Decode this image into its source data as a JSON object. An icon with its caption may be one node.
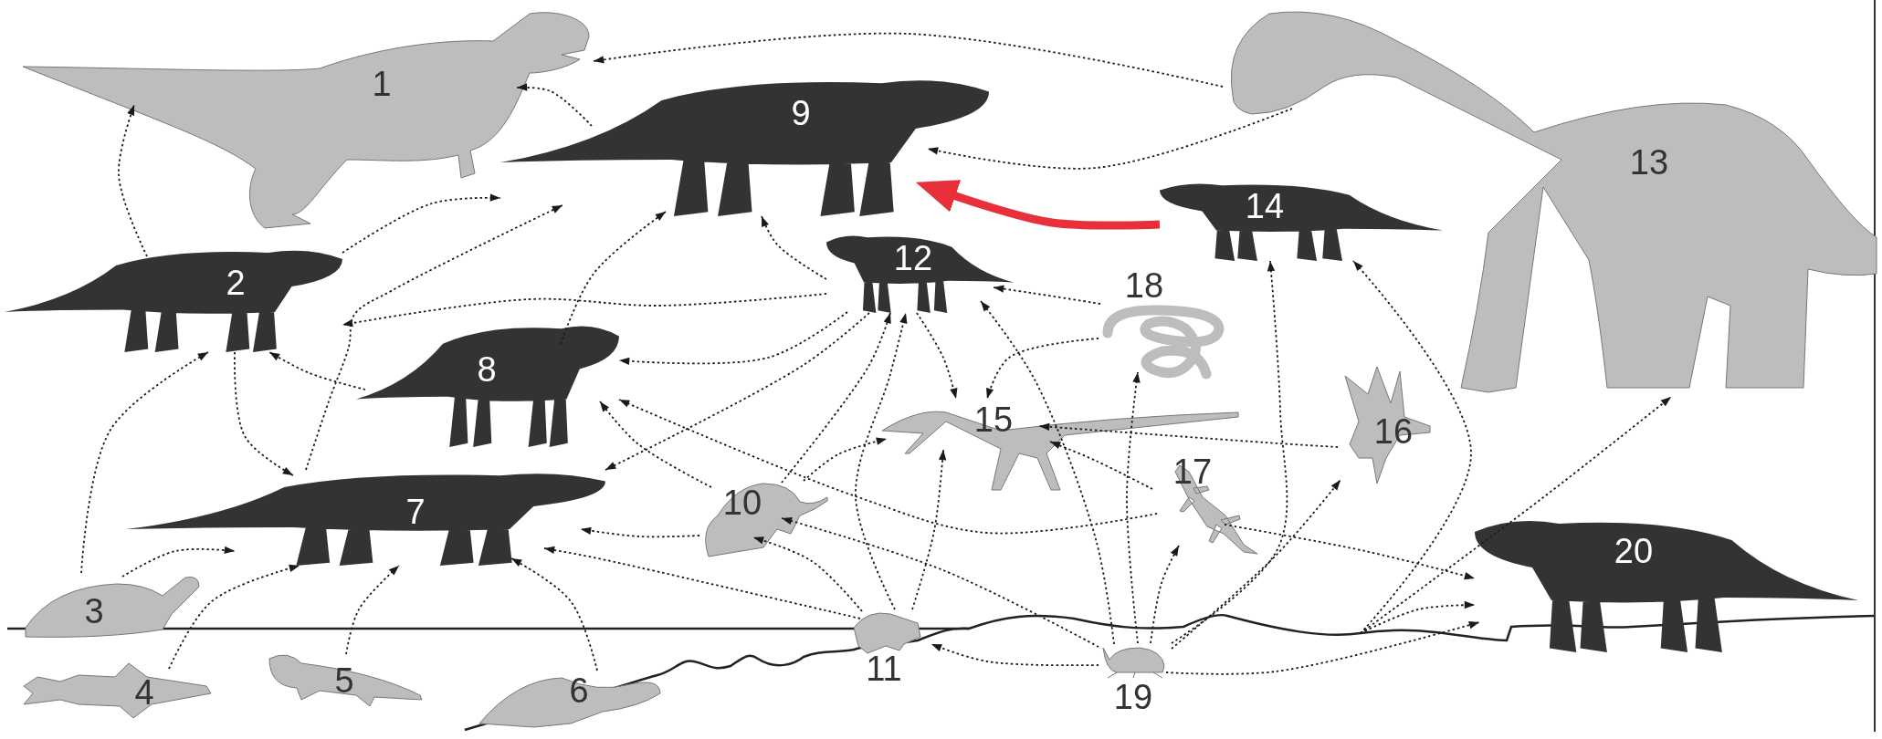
{
  "diagram": {
    "nodes": [
      {
        "text": [
          "1"
        ]
      },
      {
        "text": [
          "2"
        ]
      },
      {
        "text": [
          "3"
        ]
      },
      {
        "text": [
          "4"
        ]
      },
      {
        "text": [
          "5"
        ]
      },
      {
        "text": [
          "6"
        ]
      },
      {
        "text": [
          "7"
        ]
      },
      {
        "text": [
          "8"
        ]
      },
      {
        "text": [
          "9"
        ]
      },
      {
        "text": [
          "10"
        ]
      },
      {
        "text": [
          "11"
        ]
      },
      {
        "text": [
          "12"
        ]
      },
      {
        "text": [
          "13"
        ]
      },
      {
        "text": [
          "14"
        ]
      },
      {
        "text": [
          "15"
        ]
      },
      {
        "text": [
          "16"
        ]
      },
      {
        "text": [
          "17"
        ]
      },
      {
        "text": [
          "18"
        ]
      },
      {
        "text": [
          "19"
        ]
      },
      {
        "text": [
          "20"
        ]
      }
    ],
    "edges": [
      {
        "from": 12,
        "to": 0,
        "arrow": "to",
        "style": "dashed"
      },
      {
        "from": 8,
        "to": 0,
        "arrow": "to",
        "style": "dashed"
      },
      {
        "from": 1,
        "to": 0,
        "arrow": "to",
        "style": "dashed"
      },
      {
        "from": 1,
        "to": 8,
        "arrow": "to",
        "style": "dashed"
      },
      {
        "from": 6,
        "to": 8,
        "arrow": "to",
        "style": "dashed"
      },
      {
        "from": 7,
        "to": 8,
        "arrow": "to",
        "style": "dashed"
      },
      {
        "from": 11,
        "to": 8,
        "arrow": "to",
        "style": "dashed"
      },
      {
        "from": 12,
        "to": 8,
        "arrow": "to",
        "style": "dashed"
      },
      {
        "from": 13,
        "to": 8,
        "arrow": "to",
        "style": "thick",
        "color": "#e8303a"
      },
      {
        "from": 11,
        "to": 1,
        "arrow": "to",
        "style": "dashed"
      },
      {
        "from": 7,
        "to": 1,
        "arrow": "to",
        "style": "dashed"
      },
      {
        "from": 2,
        "to": 1,
        "arrow": "to",
        "style": "dashed"
      },
      {
        "from": 1,
        "to": 6,
        "arrow": "to",
        "style": "dashed"
      },
      {
        "from": 11,
        "to": 7,
        "arrow": "to",
        "style": "dashed"
      },
      {
        "from": 9,
        "to": 7,
        "arrow": "to",
        "style": "dashed"
      },
      {
        "from": 16,
        "to": 7,
        "arrow": "to",
        "style": "dashed"
      },
      {
        "from": 11,
        "to": 6,
        "arrow": "to",
        "style": "dashed"
      },
      {
        "from": 2,
        "to": 6,
        "arrow": "to",
        "style": "dashed"
      },
      {
        "from": 3,
        "to": 6,
        "arrow": "to",
        "style": "dashed"
      },
      {
        "from": 4,
        "to": 6,
        "arrow": "to",
        "style": "dashed"
      },
      {
        "from": 5,
        "to": 6,
        "arrow": "to",
        "style": "dashed"
      },
      {
        "from": 9,
        "to": 6,
        "arrow": "to",
        "style": "dashed"
      },
      {
        "from": 10,
        "to": 6,
        "arrow": "to",
        "style": "dashed"
      },
      {
        "from": 9,
        "to": 14,
        "arrow": "to",
        "style": "dashed"
      },
      {
        "from": 9,
        "to": 11,
        "arrow": "to",
        "style": "dashed"
      },
      {
        "from": 10,
        "to": 11,
        "arrow": "to",
        "style": "dashed"
      },
      {
        "from": 10,
        "to": 14,
        "arrow": "to",
        "style": "dashed"
      },
      {
        "from": 10,
        "to": 9,
        "arrow": "to",
        "style": "dashed"
      },
      {
        "from": 18,
        "to": 9,
        "arrow": "to",
        "style": "dashed"
      },
      {
        "from": 18,
        "to": 10,
        "arrow": "to",
        "style": "dashed"
      },
      {
        "from": 11,
        "to": 14,
        "arrow": "to",
        "style": "dashed"
      },
      {
        "from": 17,
        "to": 14,
        "arrow": "to",
        "style": "dashed"
      },
      {
        "from": 17,
        "to": 11,
        "arrow": "to",
        "style": "dashed"
      },
      {
        "from": 18,
        "to": 11,
        "arrow": "to",
        "style": "dashed"
      },
      {
        "from": 16,
        "to": 14,
        "arrow": "to",
        "style": "dashed"
      },
      {
        "from": 15,
        "to": 14,
        "arrow": "to",
        "style": "dashed"
      },
      {
        "from": 18,
        "to": 17,
        "arrow": "to",
        "style": "dashed"
      },
      {
        "from": 18,
        "to": 16,
        "arrow": "to",
        "style": "dashed"
      },
      {
        "from": 18,
        "to": 13,
        "arrow": "to",
        "style": "dashed"
      },
      {
        "from": 18,
        "to": 15,
        "arrow": "to",
        "style": "dashed"
      },
      {
        "from": 18,
        "to": 19,
        "arrow": "to",
        "style": "dashed"
      },
      {
        "from": 16,
        "to": 19,
        "arrow": "to",
        "style": "dashed"
      },
      {
        "from": null,
        "to": 19,
        "arrow": "to",
        "style": "dashed"
      },
      {
        "from": null,
        "to": 12,
        "arrow": "to",
        "style": "dashed"
      },
      {
        "from": null,
        "to": 13,
        "arrow": "to",
        "style": "dashed"
      }
    ]
  }
}
